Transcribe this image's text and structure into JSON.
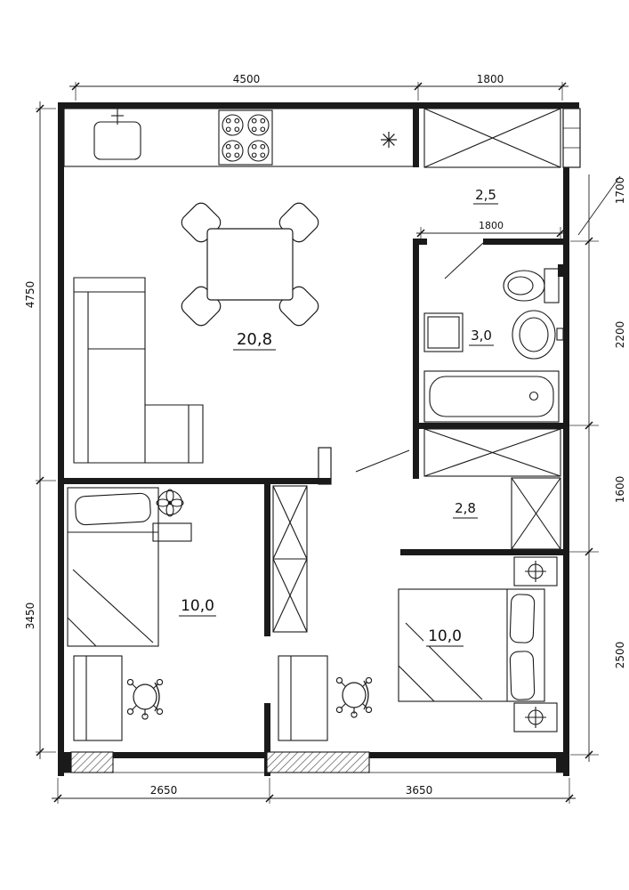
{
  "plan": {
    "dims": {
      "top": [
        "4500",
        "1800"
      ],
      "bottom": [
        "2650",
        "3650"
      ],
      "left": [
        "4750",
        "3450"
      ],
      "right": [
        "1700",
        "2200",
        "1600",
        "2500"
      ],
      "interior": [
        "1800"
      ]
    },
    "rooms": {
      "entry": {
        "area": "2,5"
      },
      "living_kitchen": {
        "area": "20,8"
      },
      "bathroom": {
        "area": "3,0"
      },
      "corridor": {
        "area": "2,8"
      },
      "bedroom1": {
        "area": "10,0"
      },
      "bedroom2": {
        "area": "10,0"
      }
    }
  }
}
